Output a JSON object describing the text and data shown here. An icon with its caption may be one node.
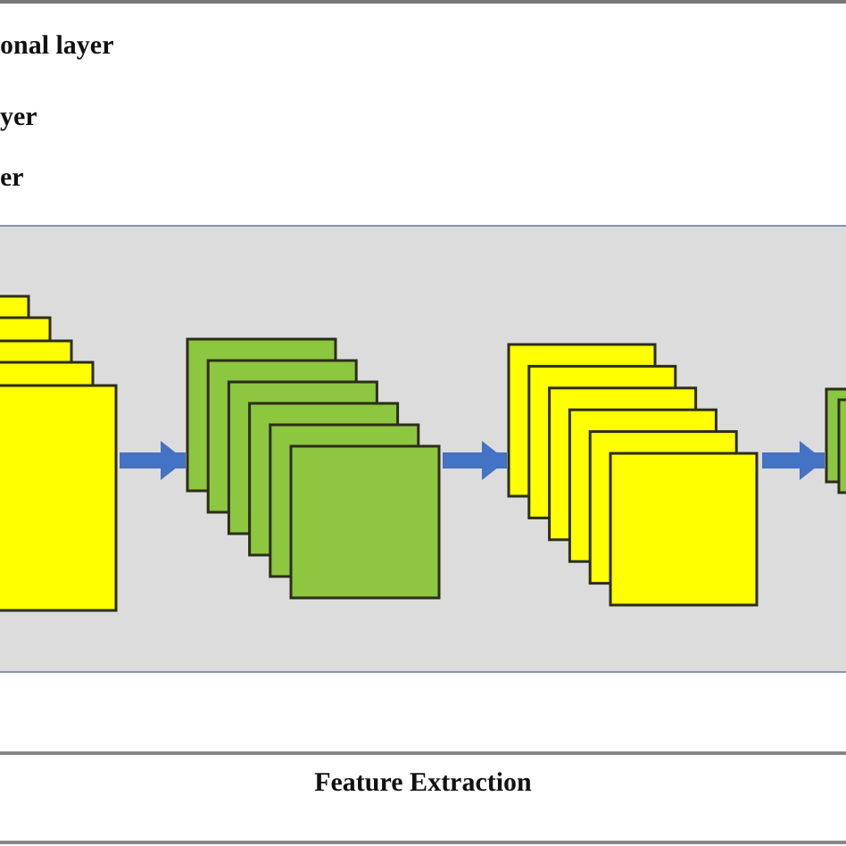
{
  "diagram": {
    "nodes": [
      {
        "text": [],
        "shape": "box"
      },
      {
        "text": [],
        "shape": "box"
      },
      {
        "text": [],
        "shape": "box"
      },
      {
        "text": [],
        "shape": "box"
      }
    ],
    "edges": [
      {
        "from": 0,
        "to": 1,
        "arrow": "to"
      },
      {
        "from": 1,
        "to": 2,
        "arrow": "to"
      },
      {
        "from": 2,
        "to": 3,
        "arrow": "to"
      }
    ],
    "labels": [
      "onal layer",
      "yer",
      "er",
      "Feature Extraction"
    ]
  }
}
